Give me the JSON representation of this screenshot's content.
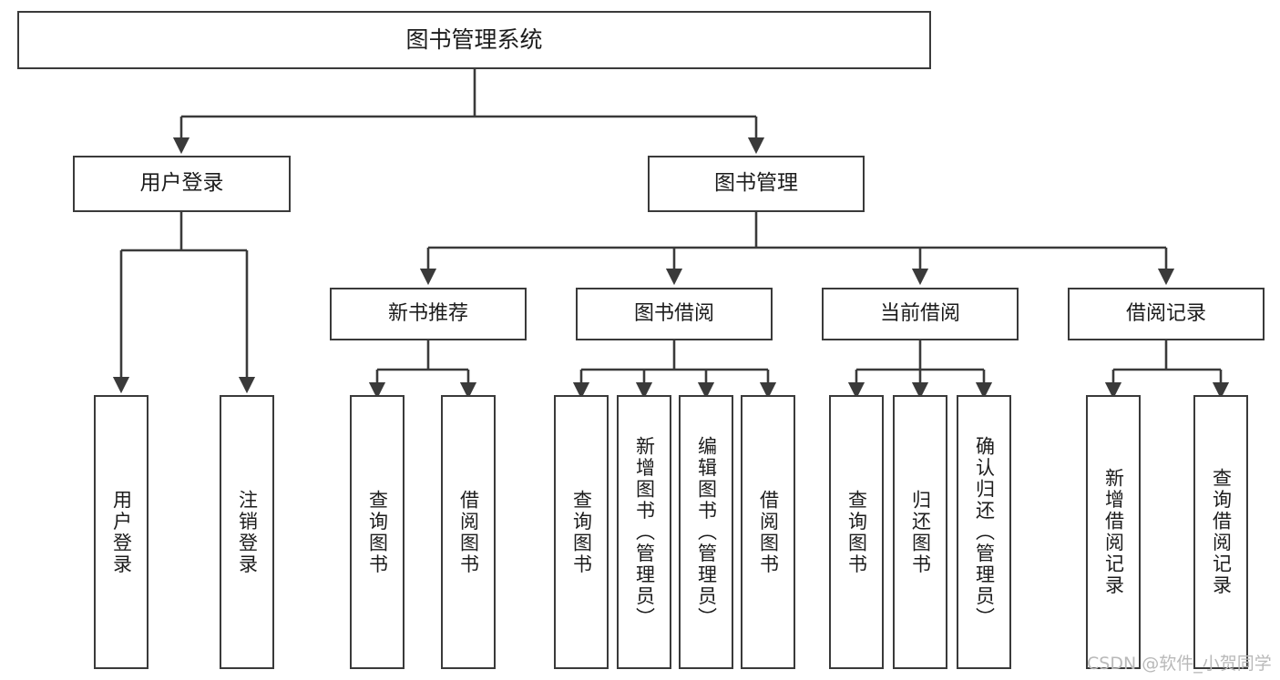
{
  "diagram": {
    "type": "hierarchy-tree",
    "title": "图书管理系统",
    "root": {
      "id": "root",
      "label": "图书管理系统"
    },
    "level2": [
      {
        "id": "user-login",
        "label": "用户登录"
      },
      {
        "id": "book-management",
        "label": "图书管理"
      }
    ],
    "level3": [
      {
        "id": "new-book-recommend",
        "label": "新书推荐",
        "parent": "book-management"
      },
      {
        "id": "book-borrow",
        "label": "图书借阅",
        "parent": "book-management"
      },
      {
        "id": "current-borrow",
        "label": "当前借阅",
        "parent": "book-management"
      },
      {
        "id": "borrow-record",
        "label": "借阅记录",
        "parent": "book-management"
      }
    ],
    "leaves": [
      {
        "id": "leaf-user-login",
        "label": "用户登录",
        "parent": "user-login"
      },
      {
        "id": "leaf-logout",
        "label": "注销登录",
        "parent": "user-login"
      },
      {
        "id": "leaf-query-book-1",
        "label": "查询图书",
        "parent": "new-book-recommend"
      },
      {
        "id": "leaf-borrow-book-1",
        "label": "借阅图书",
        "parent": "new-book-recommend"
      },
      {
        "id": "leaf-query-book-2",
        "label": "查询图书",
        "parent": "book-borrow"
      },
      {
        "id": "leaf-add-book",
        "label": "新增图书（管理员）",
        "parent": "book-borrow"
      },
      {
        "id": "leaf-edit-book",
        "label": "编辑图书（管理员）",
        "parent": "book-borrow"
      },
      {
        "id": "leaf-borrow-book-2",
        "label": "借阅图书",
        "parent": "book-borrow"
      },
      {
        "id": "leaf-query-book-3",
        "label": "查询图书",
        "parent": "current-borrow"
      },
      {
        "id": "leaf-return-book",
        "label": "归还图书",
        "parent": "current-borrow"
      },
      {
        "id": "leaf-confirm-return",
        "label": "确认归还（管理员）",
        "parent": "current-borrow"
      },
      {
        "id": "leaf-add-record",
        "label": "新增借阅记录",
        "parent": "borrow-record"
      },
      {
        "id": "leaf-query-record",
        "label": "查询借阅记录",
        "parent": "borrow-record"
      }
    ],
    "colors": {
      "stroke": "#3a3a3a",
      "fill": "#ffffff",
      "text": "#1c1c1c",
      "watermark": "#b9b9b9"
    }
  },
  "watermark": {
    "text": "CSDN @软件_小贺同学"
  }
}
